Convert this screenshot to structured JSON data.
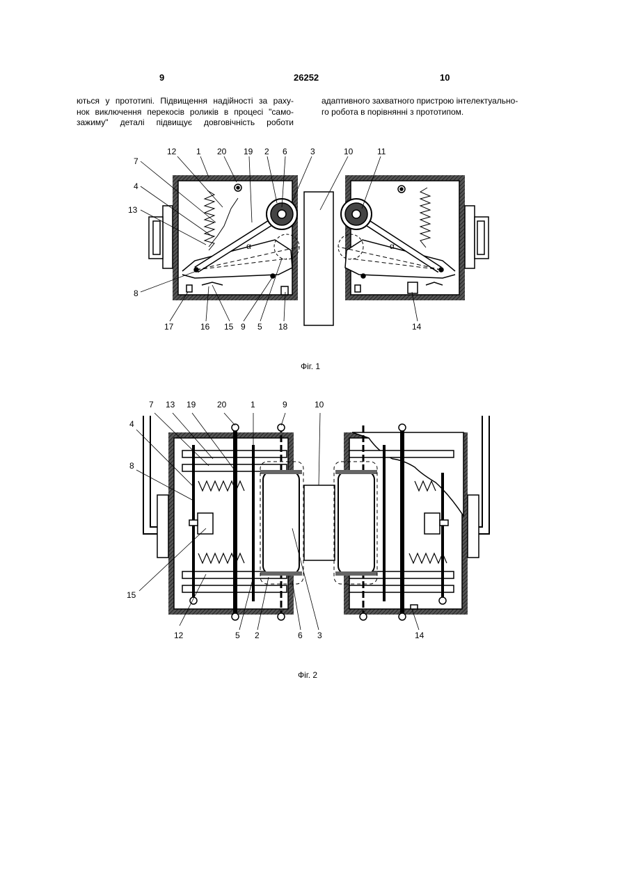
{
  "header": {
    "page_left": "9",
    "doc_number": "26252",
    "page_right": "10"
  },
  "text": {
    "left_lines": [
      "ються у прототипі. Підвищення надійності за раху-",
      "нок виключення перекосів роликів в процесі \"само-",
      "зажиму\" деталі підвищує довговічність роботи"
    ],
    "right_lines": [
      "адаптивного захватного пристрою інтелектуально-",
      "го робота в порівнянні з прототипом."
    ]
  },
  "figure1": {
    "caption": "Фіг. 1",
    "labels": {
      "l12": "12",
      "l1": "1",
      "l20": "20",
      "l19": "19",
      "l2": "2",
      "l6": "6",
      "l3": "3",
      "l10": "10",
      "l11": "11",
      "l7": "7",
      "l4": "4",
      "l13": "13",
      "l8": "8",
      "l17": "17",
      "l16": "16",
      "l15": "15",
      "l9": "9",
      "l5": "5",
      "l18": "18",
      "l14": "14",
      "alpha_left": "α",
      "alpha_right": "α"
    }
  },
  "figure2": {
    "caption": "Фіг. 2",
    "labels": {
      "l7": "7",
      "l13": "13",
      "l19": "19",
      "l20": "20",
      "l1": "1",
      "l9": "9",
      "l10": "10",
      "l4": "4",
      "l8": "8",
      "l15": "15",
      "l12": "12",
      "l5": "5",
      "l2": "2",
      "l6": "6",
      "l3": "3",
      "l14": "14"
    }
  }
}
